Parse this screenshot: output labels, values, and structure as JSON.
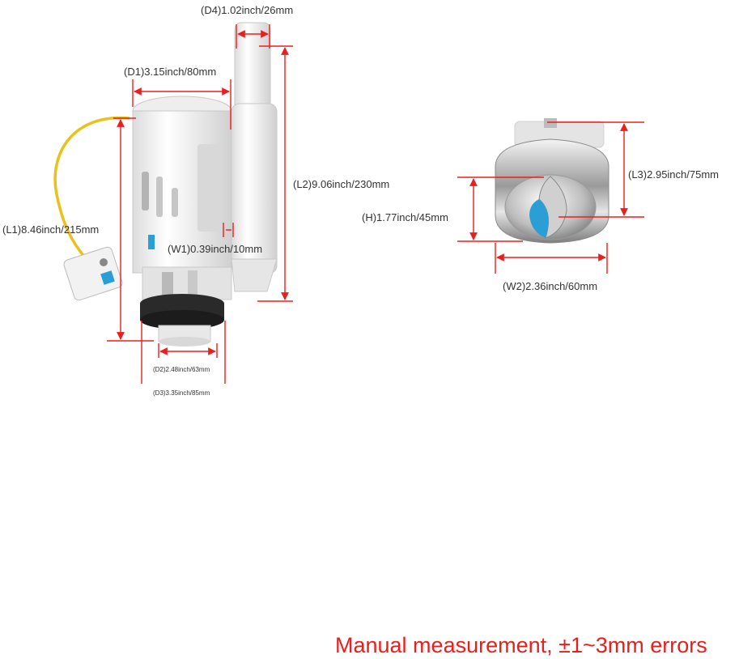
{
  "colors": {
    "dimension_line": "#e8201d",
    "label_text": "#333333",
    "note_text": "#e8201d"
  },
  "dimensions": {
    "d4": "(D4)1.02inch/26mm",
    "d1": "(D1)3.15inch/80mm",
    "l2": "(L2)9.06inch/230mm",
    "l1": "(L1)8.46inch/215mm",
    "w1": "(W1)0.39inch/10mm",
    "d2": "(D2)2.48inch/63mm",
    "d3": "(D3)3.35inch/85mm",
    "l3": "(L3)2.95inch/75mm",
    "h": "(H)1.77inch/45mm",
    "w2": "(W2)2.36inch/60mm"
  },
  "note": "Manual measurement,  ±1~3mm errors"
}
